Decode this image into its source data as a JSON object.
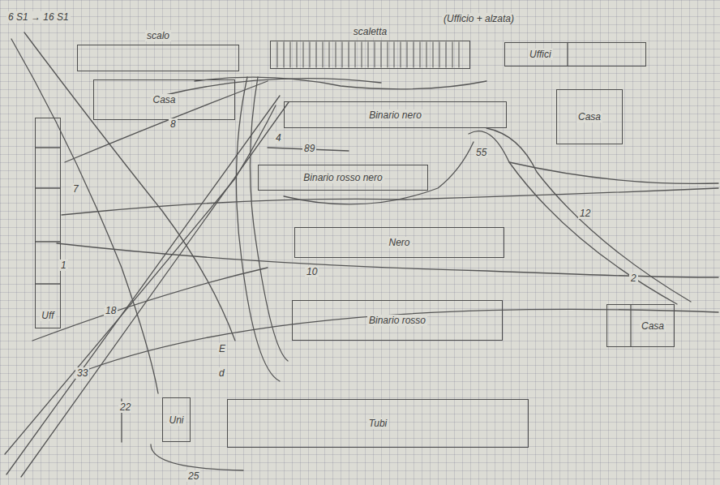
{
  "diagram": {
    "nodes": [
      {
        "text": [
          "scalo"
        ]
      },
      {
        "text": [
          "scaletta"
        ]
      },
      {
        "text": [
          "Uffici"
        ]
      },
      {
        "text": [
          "Casa"
        ]
      },
      {
        "text": [
          "Casa"
        ]
      },
      {
        "text": [
          "Binario nero"
        ]
      },
      {
        "text": [
          "Uff"
        ]
      },
      {
        "text": [
          "Binario rosso nero"
        ]
      },
      {
        "text": [
          "Nero"
        ]
      },
      {
        "text": [
          "Binario rosso"
        ]
      },
      {
        "text": [
          "Casa"
        ]
      },
      {
        "text": [
          "Uni"
        ]
      },
      {
        "text": [
          "Tubi"
        ]
      }
    ],
    "labels": [
      "6 S1 → 16 S1",
      "(Ufficio + alzata)",
      "8",
      "89",
      "4",
      "55",
      "7",
      "1",
      "10",
      "18",
      "12",
      "2",
      "E",
      "d",
      "33",
      "22",
      "25"
    ]
  }
}
